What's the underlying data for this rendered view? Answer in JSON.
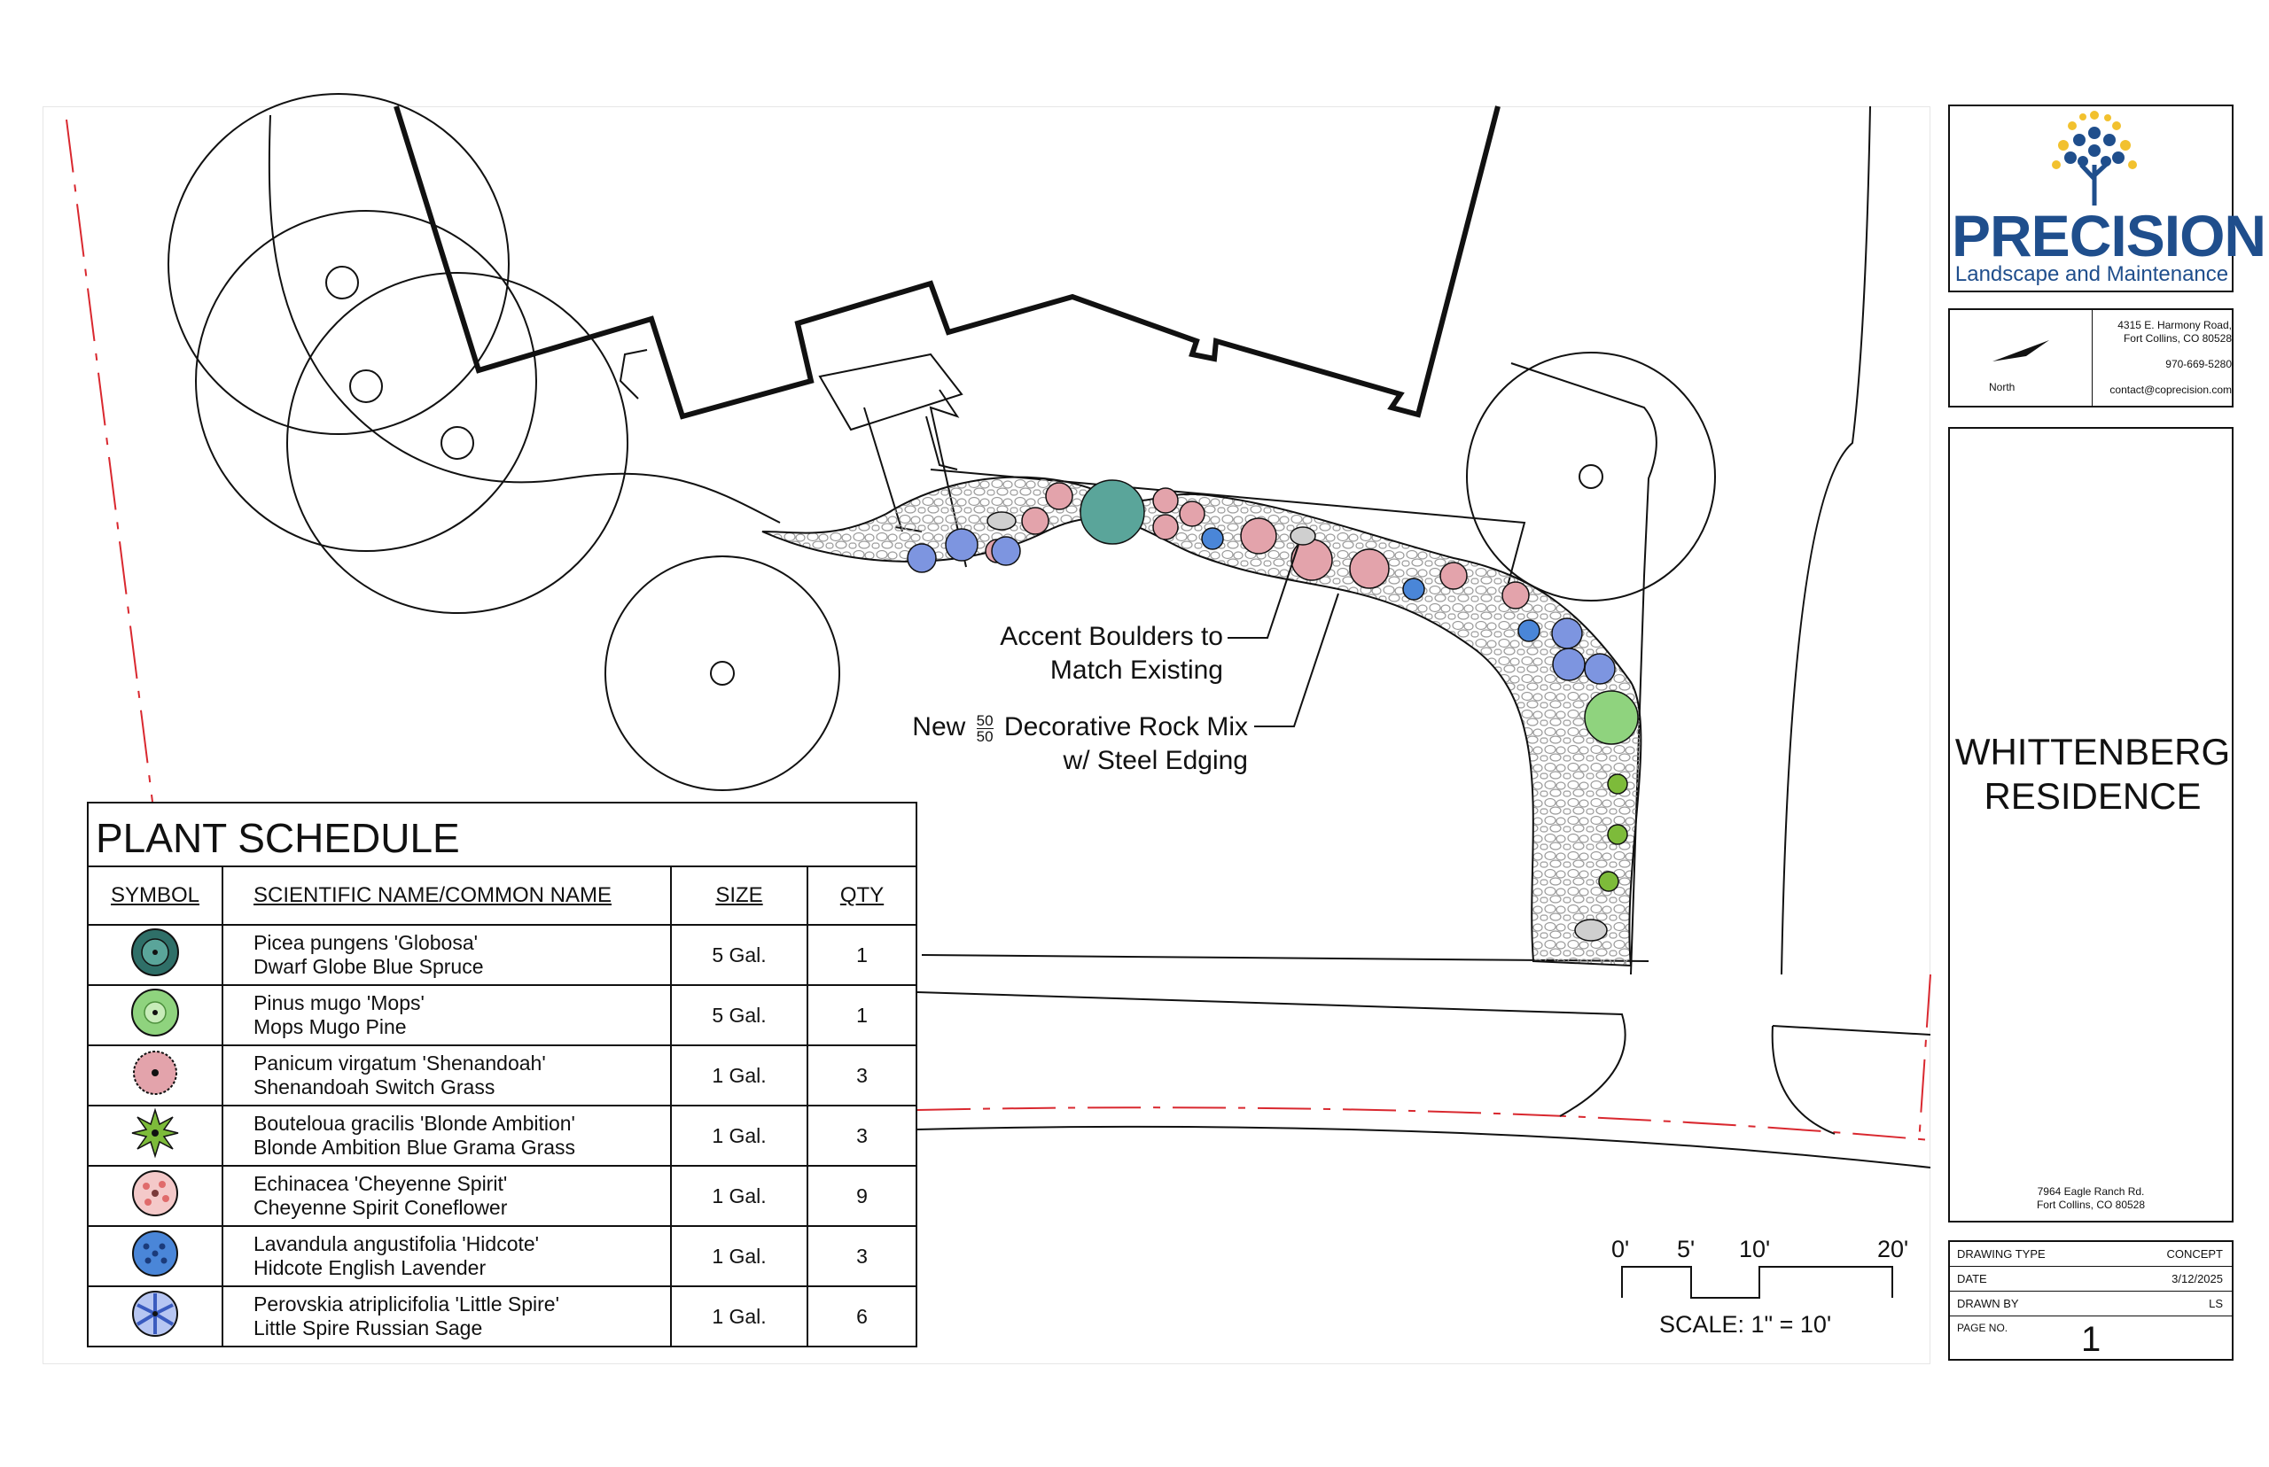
{
  "annotations": {
    "boulders_line1": "Accent Boulders to",
    "boulders_line2": "Match Existing",
    "rock_prefix": "New",
    "rock_frac_num": "50",
    "rock_frac_den": "50",
    "rock_suffix": "Decorative Rock Mix",
    "rock_line2": "w/ Steel Edging"
  },
  "plant_schedule": {
    "title": "PLANT SCHEDULE",
    "headers": {
      "symbol": "SYMBOL",
      "name": "SCIENTIFIC NAME/COMMON NAME",
      "size": "SIZE",
      "qty": "QTY"
    },
    "rows": [
      {
        "scientific": "Picea pungens 'Globosa'",
        "common": "Dwarf Globe Blue Spruce",
        "size": "5 Gal.",
        "qty": "1",
        "symbol_icon": "blue-spruce-icon"
      },
      {
        "scientific": "Pinus mugo 'Mops'",
        "common": "Mops Mugo Pine",
        "size": "5 Gal.",
        "qty": "1",
        "symbol_icon": "mugo-pine-icon"
      },
      {
        "scientific": "Panicum virgatum 'Shenandoah'",
        "common": "Shenandoah Switch Grass",
        "size": "1 Gal.",
        "qty": "3",
        "symbol_icon": "switch-grass-icon"
      },
      {
        "scientific": "Bouteloua gracilis 'Blonde Ambition'",
        "common": "Blonde Ambition Blue Grama Grass",
        "size": "1 Gal.",
        "qty": "3",
        "symbol_icon": "grama-grass-icon"
      },
      {
        "scientific": "Echinacea 'Cheyenne Spirit'",
        "common": "Cheyenne Spirit Coneflower",
        "size": "1 Gal.",
        "qty": "9",
        "symbol_icon": "coneflower-icon"
      },
      {
        "scientific": "Lavandula angustifolia 'Hidcote'",
        "common": "Hidcote English Lavender",
        "size": "1 Gal.",
        "qty": "3",
        "symbol_icon": "lavender-icon"
      },
      {
        "scientific": "Perovskia atriplicifolia 'Little Spire'",
        "common": "Little Spire Russian Sage",
        "size": "1 Gal.",
        "qty": "6",
        "symbol_icon": "russian-sage-icon"
      }
    ]
  },
  "scale_bar": {
    "ticks": [
      "0'",
      "5'",
      "10'",
      "20'"
    ],
    "label": "SCALE: 1\" = 10'"
  },
  "title_block": {
    "logo_word": "PRECISION",
    "logo_sub": "Landscape and Maintenance",
    "company_address_1": "4315 E. Harmony Road,",
    "company_address_2": "Fort Collins, CO 80528",
    "company_phone": "970-669-5280",
    "company_email": "contact@coprecision.com",
    "north_label": "North",
    "project_name_1": "WHITTENBERG",
    "project_name_2": "RESIDENCE",
    "project_address_1": "7964 Eagle Ranch Rd.",
    "project_address_2": "Fort Collins, CO 80528",
    "drawing_type_label": "DRAWING TYPE",
    "drawing_type": "CONCEPT",
    "date_label": "DATE",
    "date": "3/12/2025",
    "drawn_by_label": "DRAWN BY",
    "drawn_by": "LS",
    "page_no_label": "PAGE NO.",
    "page_no": "1"
  },
  "colors": {
    "line": "#111111",
    "property_line": "#d9282f",
    "logo_blue": "#1f4e8c",
    "logo_gold": "#f2c12e",
    "switch_grass": "#e3a3ab",
    "spruce": "#5aa59a",
    "mugo": "#8fd37e",
    "lavender": "#4a86d8",
    "sage": "#7d95e0",
    "grama": "#7dbb3a"
  }
}
